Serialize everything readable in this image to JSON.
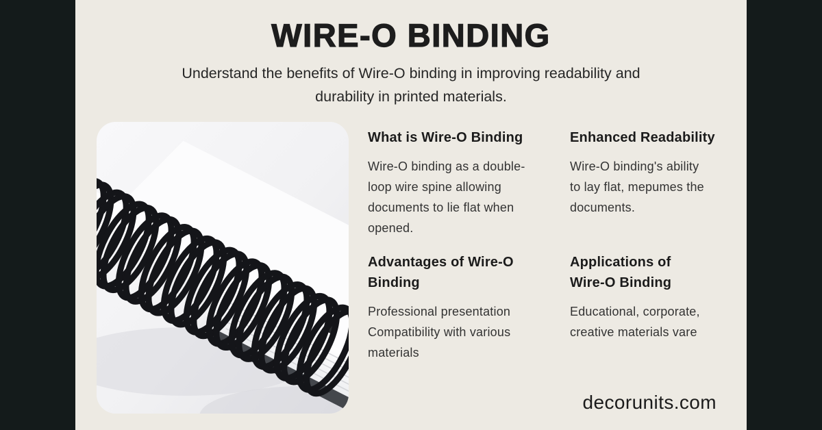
{
  "header": {
    "title": "WIRE-O BINDING",
    "subtitle": "Understand the benefits of Wire-O binding in improving readability and\ndurability in printed materials."
  },
  "sections": [
    {
      "heading": "What is Wire-O Binding",
      "body": "Wire-O binding as a double-\nloop wire spine allowing\ndocuments to lie flat when\nopened."
    },
    {
      "heading": "Enhanced Readability",
      "body": "Wire-O binding's ability\nto lay flat, mepumes the\ndocuments."
    },
    {
      "heading": "Advantages of Wire-O\nBinding",
      "body": "Professional presentation\nCompatibility with various\nmaterials"
    },
    {
      "heading": "Applications of\nWire-O Binding",
      "body": "Educational, corporate,\ncreative materials vare"
    }
  ],
  "footer": {
    "website": "decorunits.com"
  },
  "image": {
    "description": "photo of a document bound with black double-loop wire-o spine lying on a light surface"
  },
  "colors": {
    "frame_dark": "#141b1b",
    "panel_cream": "#edeae3",
    "text_dark": "#1b1b1b",
    "text_body": "#333333",
    "photo_background": "#f2f2f4",
    "wire_black": "#141519"
  }
}
